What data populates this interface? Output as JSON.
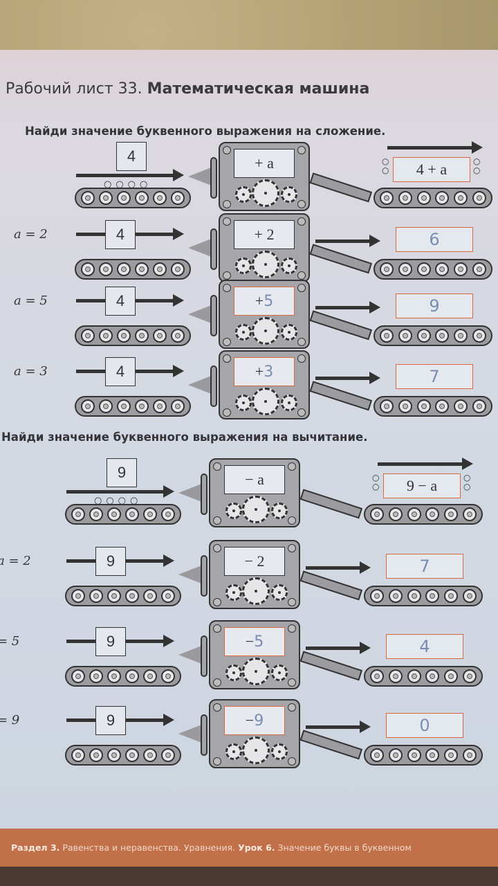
{
  "worksheet": {
    "title_prefix": "Рабочий лист 33.",
    "title_main": "Математическая машина"
  },
  "sections": [
    {
      "heading": "Найди значение буквенного выражения на сложение.",
      "example": {
        "input": "4",
        "operation": "+ a",
        "output": "4 + a"
      },
      "rows": [
        {
          "label": "a = 2",
          "input": "4",
          "operation_printed": "+ 2",
          "operation_handwritten": "",
          "answer": "6"
        },
        {
          "label": "a = 5",
          "input": "4",
          "operation_printed": "+",
          "operation_handwritten": "5",
          "answer": "9"
        },
        {
          "label": "a = 3",
          "input": "4",
          "operation_printed": "+",
          "operation_handwritten": "3",
          "answer": "7"
        }
      ]
    },
    {
      "heading": "Найди значение буквенного выражения на вычитание.",
      "example": {
        "input": "9",
        "operation": "− a",
        "output": "9 − a"
      },
      "rows": [
        {
          "label": "a = 2",
          "input": "9",
          "operation_printed": "− 2",
          "operation_handwritten": "",
          "answer": "7"
        },
        {
          "label": "= 5",
          "input": "9",
          "operation_printed": "−",
          "operation_handwritten": "5",
          "answer": "4"
        },
        {
          "label": "= 9",
          "input": "9",
          "operation_printed": "−",
          "operation_handwritten": "9",
          "answer": "0"
        }
      ]
    }
  ],
  "footer": {
    "section_label": "Раздел 3.",
    "section_text": "Равенства и неравенства. Уравнения.",
    "lesson_label": "Урок 6.",
    "lesson_text": "Значение буквы в буквенном"
  },
  "colors": {
    "footer_band": "#c2704a",
    "answer_box_border": "#d9683f",
    "handwriting": "#7a8db0"
  }
}
